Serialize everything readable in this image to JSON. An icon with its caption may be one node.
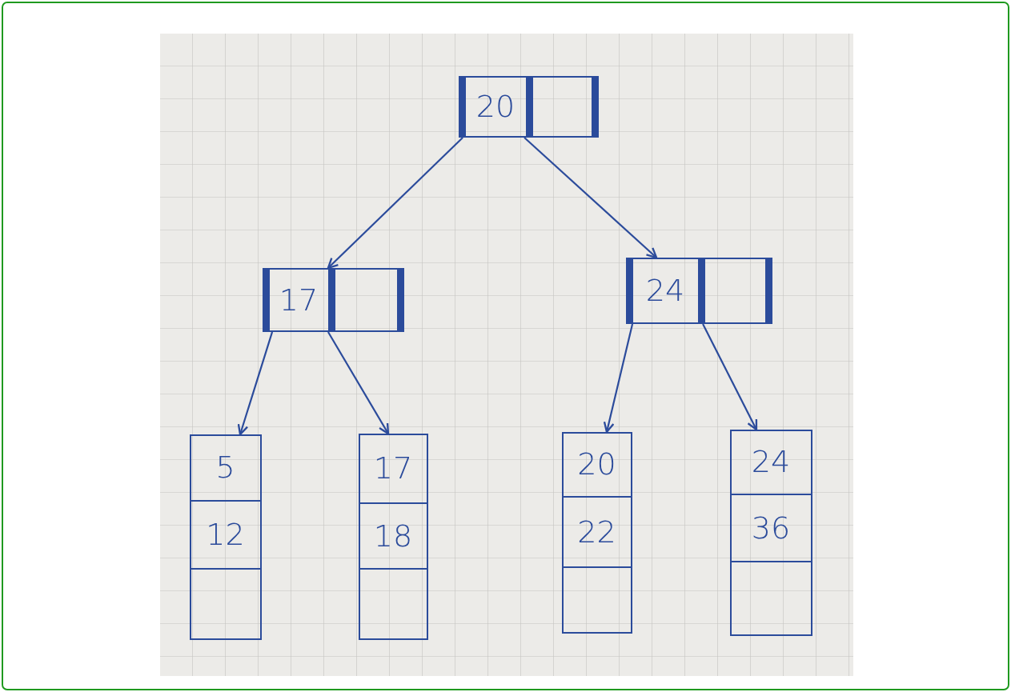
{
  "diagram": {
    "nodes": [
      {
        "text": [],
        "shape": "box"
      },
      {
        "text": [
          "20"
        ],
        "in": 0
      },
      {
        "text": [],
        "shape": "box",
        "in": 0
      },
      {
        "text": [],
        "shape": "box"
      },
      {
        "text": [
          "17"
        ],
        "in": 3
      },
      {
        "text": [],
        "shape": "box",
        "in": 3
      },
      {
        "text": [],
        "shape": "box"
      },
      {
        "text": [
          "24"
        ],
        "in": 6
      },
      {
        "text": [],
        "shape": "box",
        "in": 6
      },
      {
        "text": [],
        "shape": "box"
      },
      {
        "text": [
          "5"
        ],
        "in": 9
      },
      {
        "text": [
          "12"
        ],
        "in": 9
      },
      {
        "text": [],
        "shape": "box",
        "in": 9
      },
      {
        "text": [],
        "shape": "box"
      },
      {
        "text": [
          "17"
        ],
        "in": 13
      },
      {
        "text": [
          "18"
        ],
        "in": 13
      },
      {
        "text": [],
        "shape": "box",
        "in": 13
      },
      {
        "text": [],
        "shape": "box"
      },
      {
        "text": [
          "20"
        ],
        "in": 17
      },
      {
        "text": [
          "22"
        ],
        "in": 17
      },
      {
        "text": [],
        "shape": "box",
        "in": 17
      },
      {
        "text": [],
        "shape": "box"
      },
      {
        "text": [
          "24"
        ],
        "in": 21
      },
      {
        "text": [
          "36"
        ],
        "in": 21
      },
      {
        "text": [],
        "shape": "box",
        "in": 21
      }
    ],
    "edges": [
      {
        "from": 0,
        "to": 3,
        "arrow": "to"
      },
      {
        "from": 0,
        "to": 6,
        "arrow": "to"
      },
      {
        "from": 3,
        "to": 9,
        "arrow": "to"
      },
      {
        "from": 3,
        "to": 13,
        "arrow": "to"
      },
      {
        "from": 6,
        "to": 17,
        "arrow": "to"
      },
      {
        "from": 6,
        "to": 21,
        "arrow": "to"
      }
    ]
  }
}
